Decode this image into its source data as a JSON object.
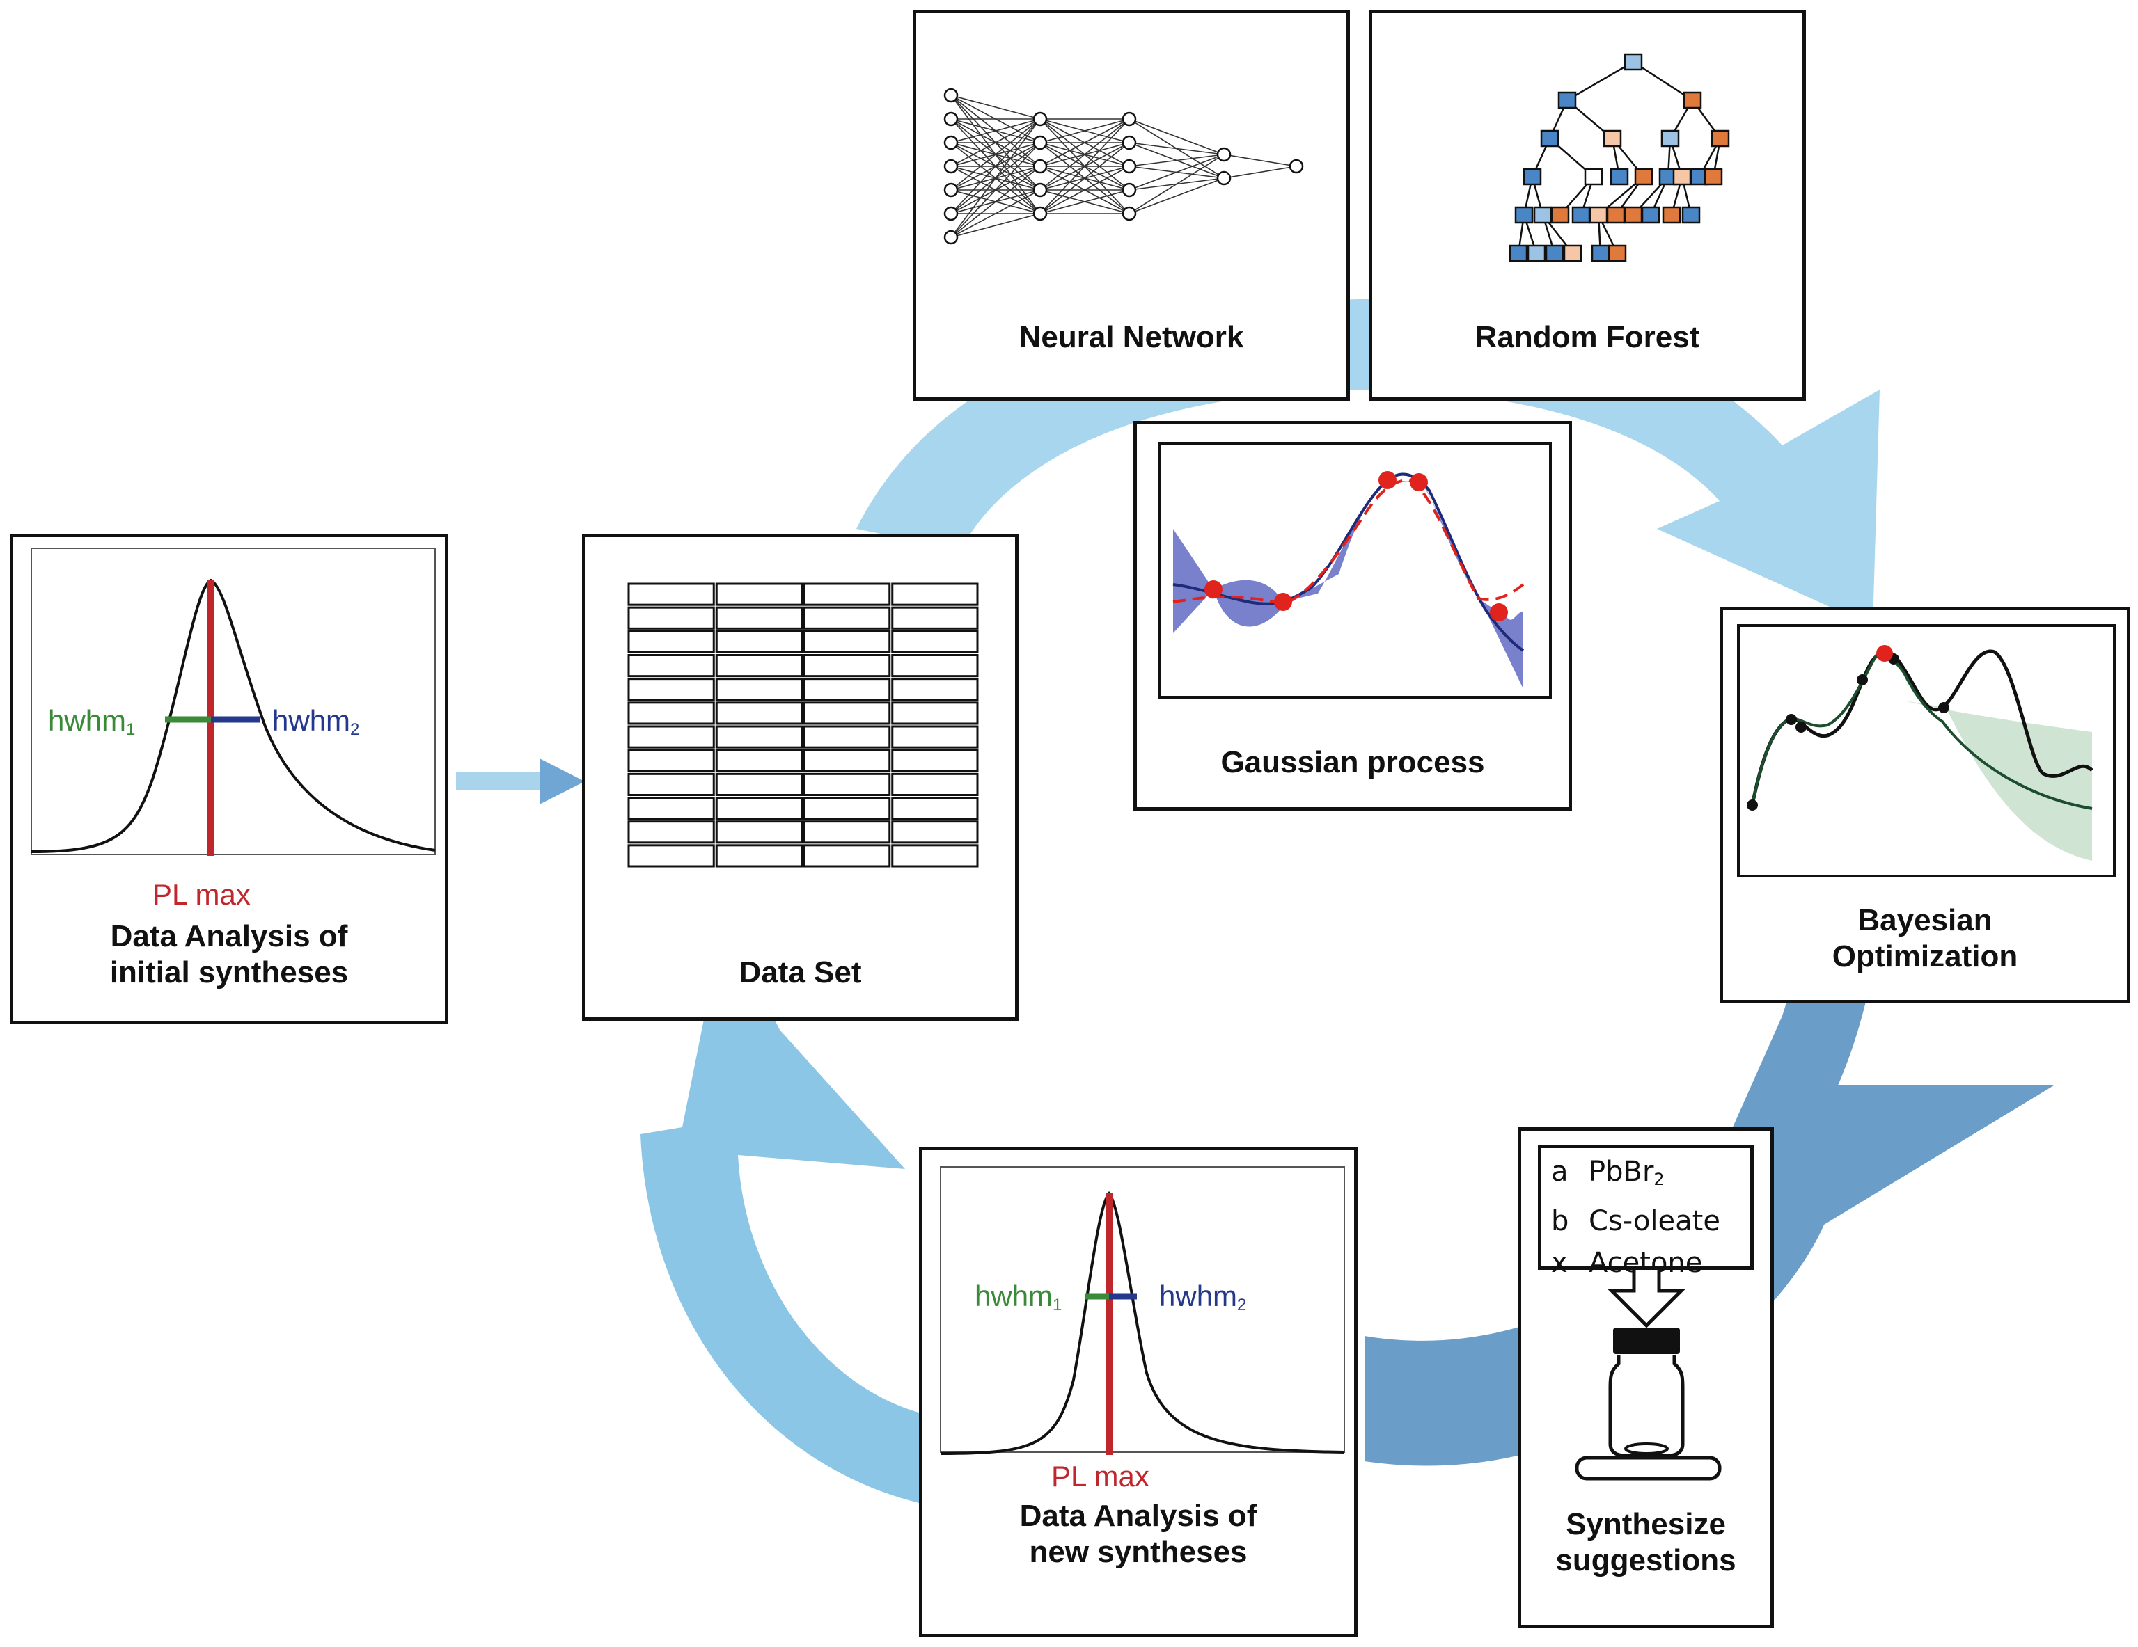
{
  "figure": {
    "colors": {
      "arrow_light": "#a8d4ec",
      "arrow_mid": "#7fb6dc",
      "arrow_dark": "#5e93c0",
      "pl_max": "#c0272d",
      "hwhm1": "#3a8a3a",
      "hwhm2": "#24388c",
      "gp_band": "#6a72c6",
      "gp_point": "#e0231c",
      "bo_band": "#cfe4d3",
      "bo_mean": "#1b4d2e",
      "tree_blue": "#4a86c5",
      "tree_lightblue": "#9cc3e4",
      "tree_orange": "#e07a3c",
      "tree_peach": "#f5c7a6"
    }
  },
  "panels": {
    "initial_analysis": {
      "title_line1": "Data Analysis of",
      "title_line2": "initial syntheses",
      "peak_label": "PL max",
      "hwhm1_label": "hwhm",
      "hwhm1_sub": "1",
      "hwhm2_label": "hwhm",
      "hwhm2_sub": "2"
    },
    "dataset": {
      "title": "Data Set",
      "table_rows": 12,
      "table_cols": 4
    },
    "neural_network": {
      "title": "Neural Network",
      "layers": [
        7,
        5,
        5,
        2,
        1
      ]
    },
    "random_forest": {
      "title": "Random Forest"
    },
    "gaussian_process": {
      "title": "Gaussian process"
    },
    "bayesian_optimization": {
      "title_line1": "Bayesian",
      "title_line2": "Optimization"
    },
    "synthesize": {
      "title_line1": "Synthesize",
      "title_line2": "suggestions",
      "reagents": [
        {
          "key": "a",
          "name": "PbBr",
          "sub": "2"
        },
        {
          "key": "b",
          "name": "Cs-oleate",
          "sub": ""
        },
        {
          "key": "x",
          "name": "Acetone",
          "sub": ""
        }
      ]
    },
    "new_analysis": {
      "title_line1": "Data Analysis of",
      "title_line2": "new syntheses",
      "peak_label": "PL max",
      "hwhm1_label": "hwhm",
      "hwhm1_sub": "1",
      "hwhm2_label": "hwhm",
      "hwhm2_sub": "2"
    }
  }
}
